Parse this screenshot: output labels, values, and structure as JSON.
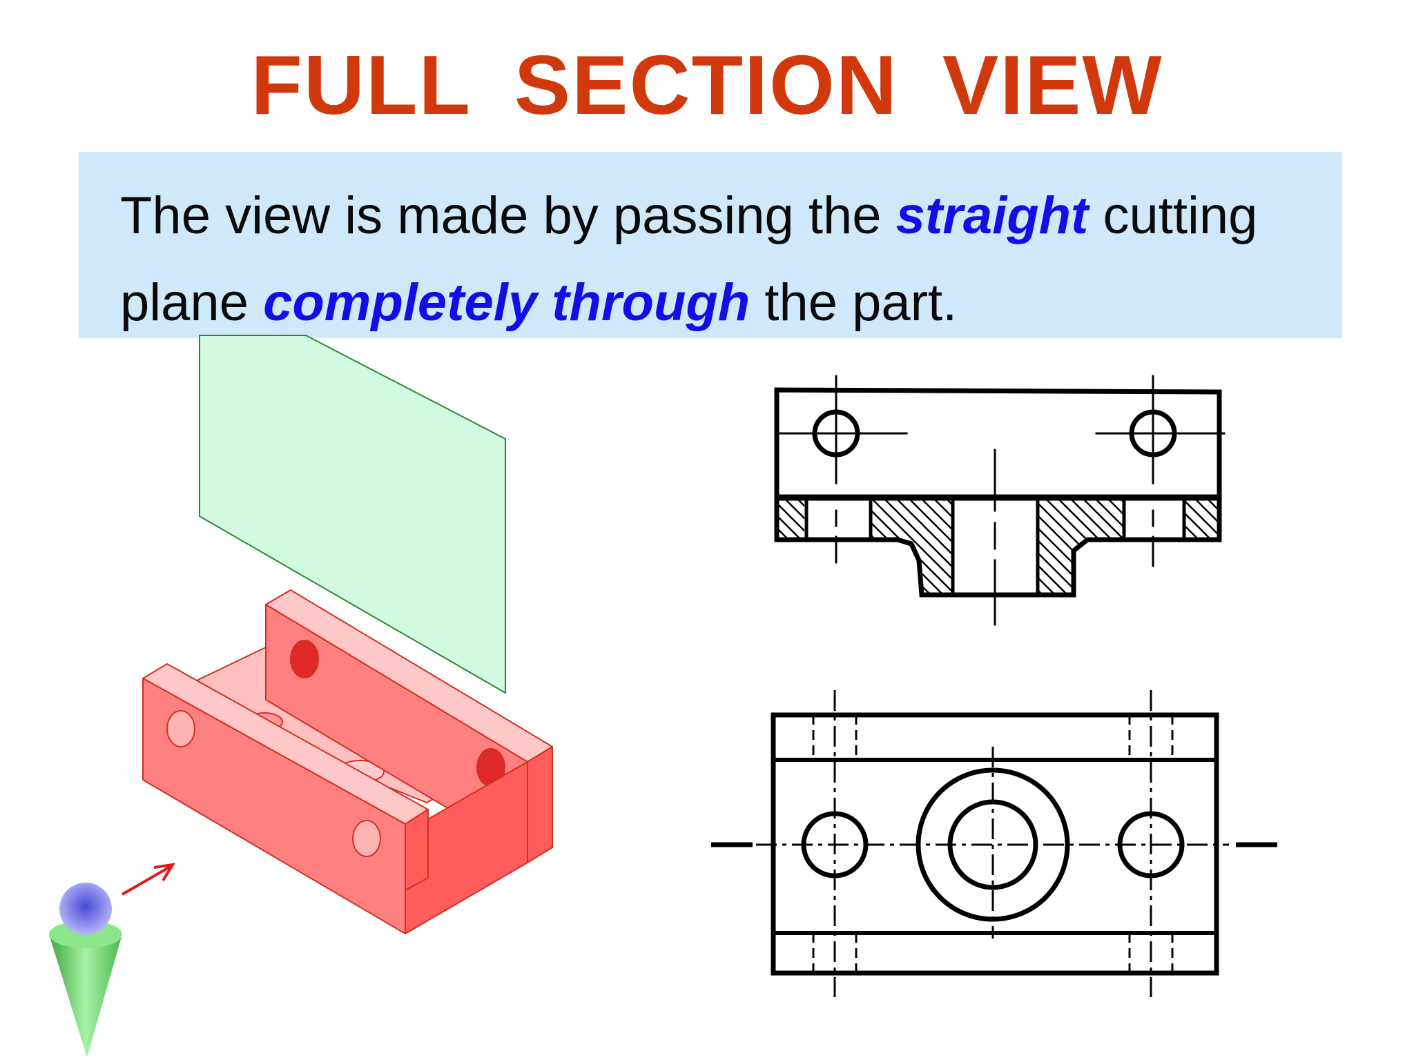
{
  "slide": {
    "title": "FULL  SECTION  VIEW",
    "definition": {
      "part1": "The view is made by passing the ",
      "emph1": "straight",
      "part2": " cutting plane ",
      "emph2": "completely through",
      "part3": " the part."
    }
  },
  "colors": {
    "title": "#d1380b",
    "box_background": "#cfe9fa",
    "emphasis": "#1010e6",
    "part_fill": "#ff8080",
    "part_light": "#ffc6c6",
    "part_edge": "#d03020",
    "plane_fill": "#d2fbe2",
    "plane_edge": "#2a8a2a",
    "observer_head": "#8a8aee",
    "observer_cone": "#7ee07e",
    "arrow": "#e01818"
  },
  "icons": {
    "observer": "viewer-eye-icon",
    "view_arrow": "viewing-direction-arrow-icon"
  }
}
